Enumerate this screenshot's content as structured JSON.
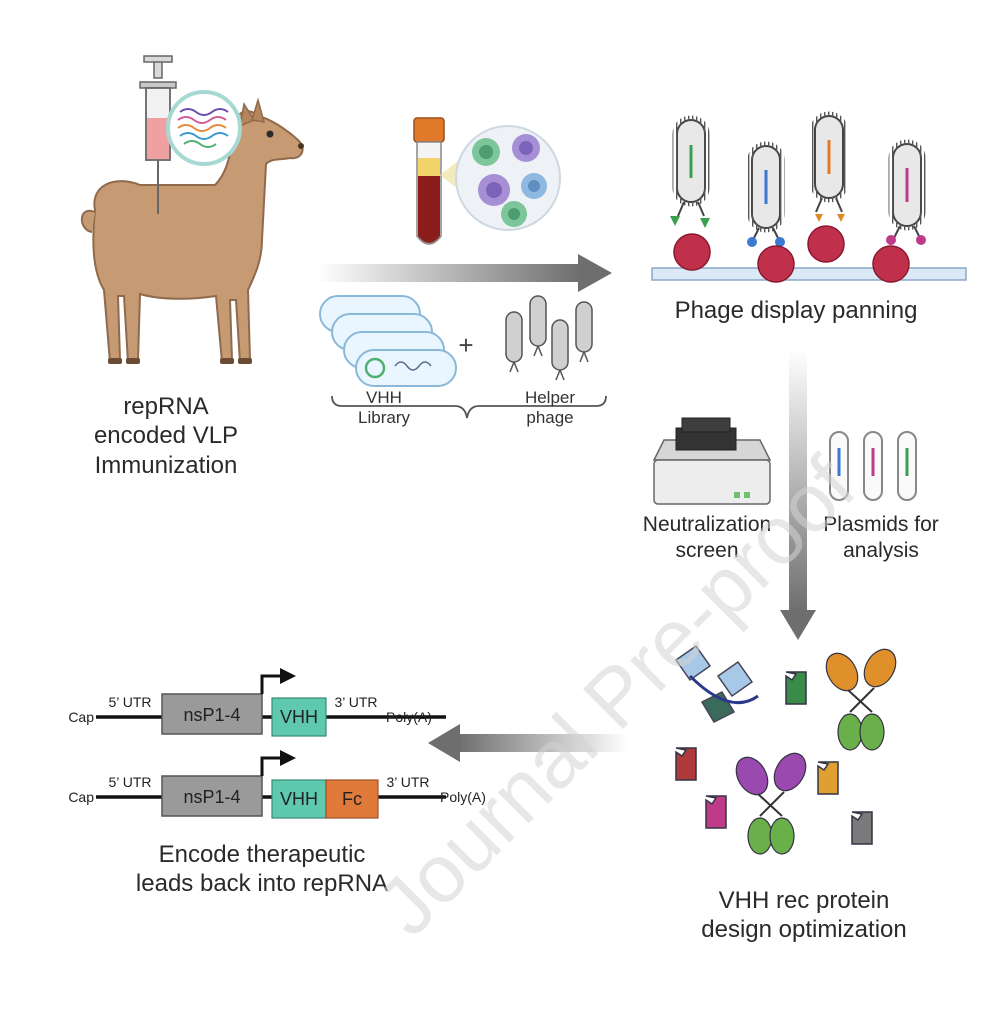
{
  "steps": {
    "immunization": [
      "repRNA",
      "encoded VLP",
      "Immunization"
    ],
    "panning": "Phage display panning",
    "vhh_library": [
      "VHH",
      "Library"
    ],
    "helper_phage": [
      "Helper",
      "phage"
    ],
    "plus": "+",
    "neutralization": [
      "Neutralization",
      "screen"
    ],
    "plasmids": [
      "Plasmids for",
      "analysis"
    ],
    "optimization": [
      "VHH rec protein",
      "design optimization"
    ],
    "encode": [
      "Encode therapeutic",
      "leads back into repRNA"
    ]
  },
  "constructs": [
    {
      "cap": "Cap",
      "utr5": "5’ UTR",
      "nsp": "nsP1-4",
      "vhh": "VHH",
      "utr3": "3’ UTR",
      "polya": "Poly(A)"
    },
    {
      "cap": "Cap",
      "utr5": "5’ UTR",
      "nsp": "nsP1-4",
      "vhh": "VHH",
      "fc": "Fc",
      "utr3": "3’ UTR",
      "polya": "Poly(A)"
    }
  ],
  "watermark": "Journal Pre-proof",
  "colors": {
    "arrow": "#7a7a7a",
    "alpaca": "#c69a72",
    "vhh_block": "#5fc9b0",
    "fc_block": "#e07a3a",
    "nsp_block": "#9a9a9a",
    "virus": "#c0304a"
  }
}
